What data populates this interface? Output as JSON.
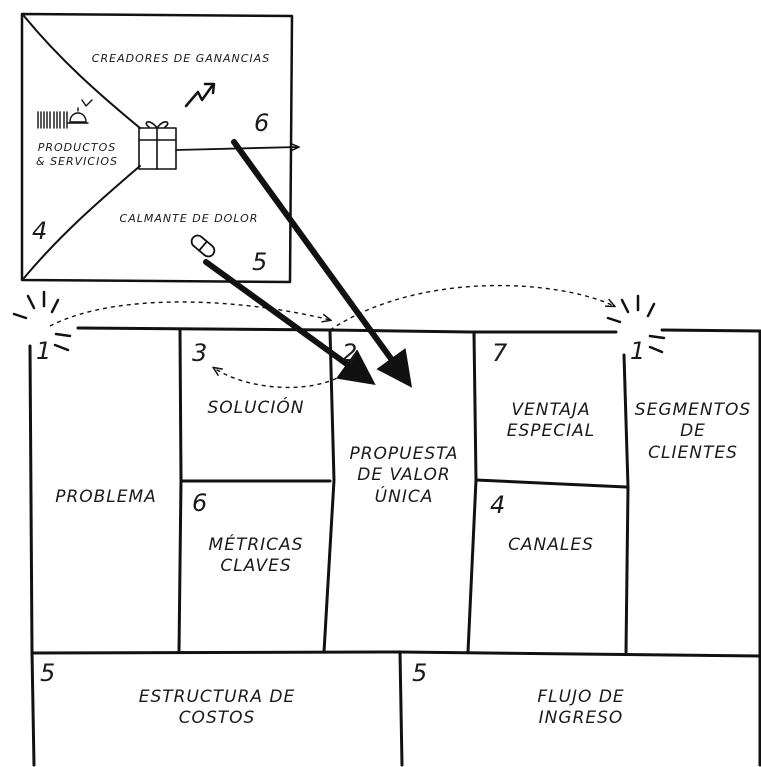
{
  "value_map": {
    "gain_creators": "CREADORES DE GANANCIAS",
    "products_services": "PRODUCTOS\n& SERVICIOS",
    "pain_relievers": "CALMANTE DE DOLOR",
    "num_products": "4",
    "num_pain": "5",
    "num_gain": "6"
  },
  "canvas": {
    "problem": {
      "num": "1",
      "label": "PROBLEMA"
    },
    "solution": {
      "num": "3",
      "label": "SOLUCIÓN"
    },
    "metrics": {
      "num": "6",
      "label": "MÉTRICAS\nCLAVES"
    },
    "uvp": {
      "num": "2",
      "label": "PROPUESTA\nDE VALOR\nÚNICA"
    },
    "advantage": {
      "num": "7",
      "label": "VENTAJA\nESPECIAL"
    },
    "channels": {
      "num": "4",
      "label": "CANALES"
    },
    "segments": {
      "num": "1",
      "label": "SEGMENTOS\nDE\nCLIENTES"
    },
    "costs": {
      "num": "5",
      "label": "ESTRUCTURA DE\nCOSTOS"
    },
    "revenue": {
      "num": "5",
      "label": "FLUJO DE\nINGRESO"
    }
  }
}
